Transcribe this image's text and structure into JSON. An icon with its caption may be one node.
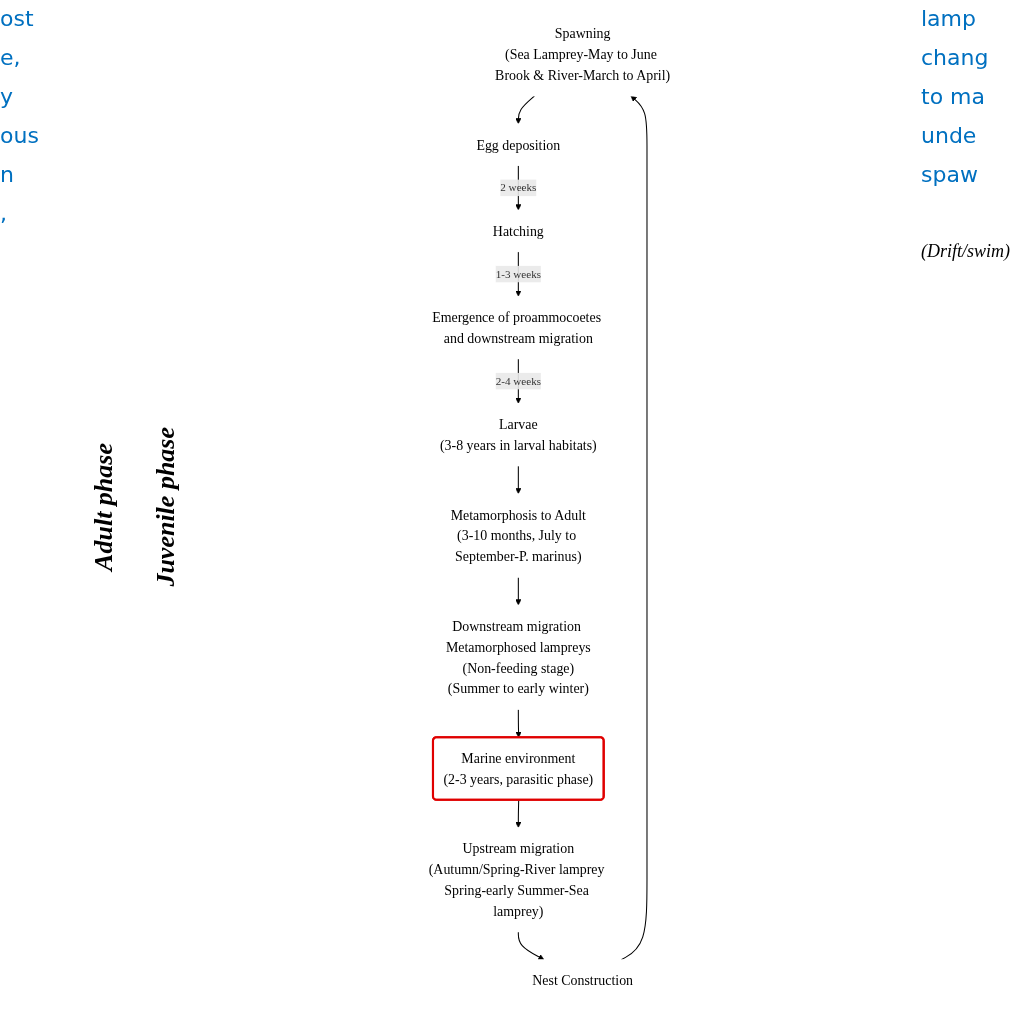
{
  "diagram": {
    "nodes": [
      {
        "text": [
          "Spawning",
          "(Sea Lamprey-May to June Brook & River-March to April)"
        ]
      },
      {
        "text": [
          "Egg deposition"
        ]
      },
      {
        "text": [
          "Hatching"
        ]
      },
      {
        "text": [
          "Emergence of proammocoetes and downstream migration"
        ]
      },
      {
        "text": [
          "Larvae",
          "(3-8 years in larval habitats)"
        ]
      },
      {
        "text": [
          "Metamorphosis to Adult",
          "(3-10 months, July to September-P. marinus)"
        ]
      },
      {
        "text": [
          "Downstream migration Metamorphosed lampreys",
          "(Non-feeding stage)",
          "(Summer to early winter)"
        ]
      },
      {
        "text": [
          "Marine environment",
          "(2-3 years, parasitic phase)"
        ]
      },
      {
        "text": [
          "Upstream migration",
          "(Autumn/Spring-River lamprey Spring-early Summer-Sea lamprey)"
        ]
      },
      {
        "text": [
          "Nest Construction"
        ]
      }
    ],
    "edges": [
      {
        "from": 9,
        "to": 0,
        "arrow": "to"
      },
      {
        "from": 0,
        "to": 1,
        "arrow": "to"
      },
      {
        "from": 1,
        "to": 2,
        "arrow": "to",
        "label": "2 weeks"
      },
      {
        "from": 2,
        "to": 3,
        "arrow": "to",
        "label": "1-3 weeks"
      },
      {
        "from": 3,
        "to": 4,
        "arrow": "to",
        "label": "2-4 weeks"
      },
      {
        "from": 4,
        "to": 5,
        "arrow": "to"
      },
      {
        "from": 5,
        "to": 6,
        "arrow": "to"
      },
      {
        "from": 6,
        "to": 7,
        "arrow": "to"
      },
      {
        "from": 7,
        "to": 8,
        "arrow": "to"
      },
      {
        "from": 8,
        "to": 9,
        "arrow": "to"
      }
    ],
    "labels": [
      "ost",
      "lamp",
      "e,",
      "chang",
      "y",
      "to ma",
      "ous",
      "unde",
      "spaw",
      "n",
      ",",
      "Adult phase",
      "Juvenile phase",
      "(Drift/swim)"
    ]
  }
}
